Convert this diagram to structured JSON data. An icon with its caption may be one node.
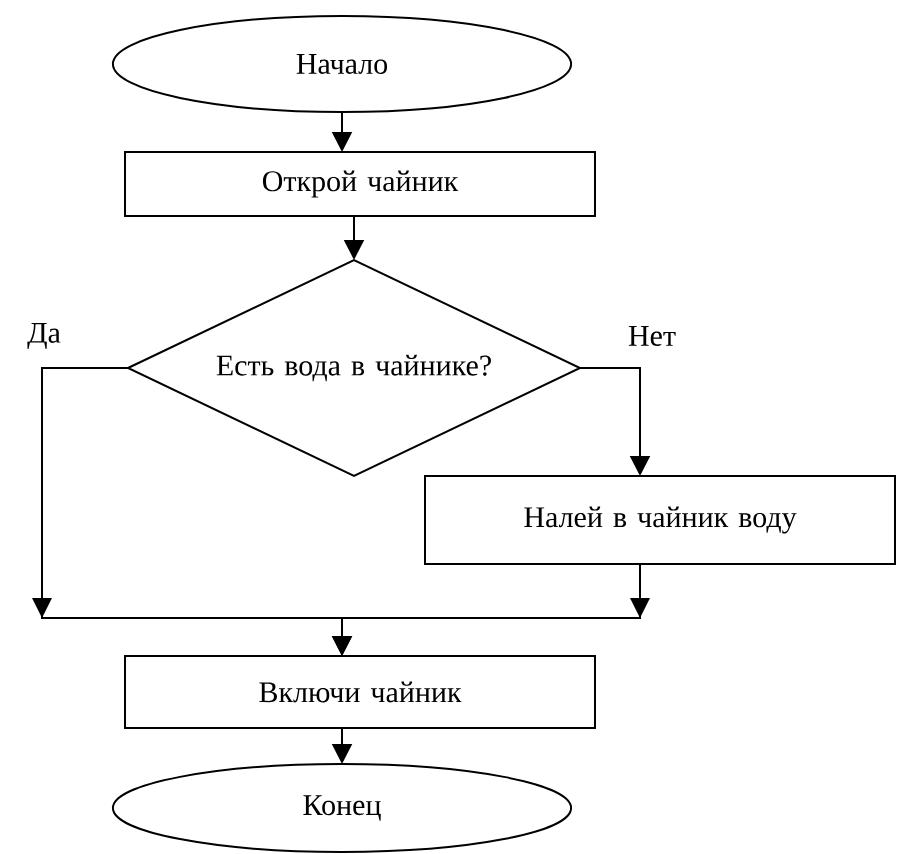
{
  "diagram": {
    "nodes": [
      {
        "text": [
          "Начало"
        ]
      },
      {
        "text": [
          "Открой чайник"
        ]
      },
      {
        "text": [
          "Есть вода в чайнике?"
        ]
      },
      {
        "text": [
          "Налей в чайник воду"
        ]
      },
      {
        "text": [
          "Включи чайник"
        ]
      },
      {
        "text": [
          "Конец"
        ]
      }
    ],
    "edges": [
      {
        "from": 0,
        "to": 1,
        "arrow": "to"
      },
      {
        "from": 1,
        "to": 2,
        "arrow": "to"
      },
      {
        "from": 2,
        "to": 3,
        "arrow": "to",
        "label": "Нет"
      },
      {
        "from": 2,
        "to": 4,
        "arrow": "to",
        "label": "Да"
      },
      {
        "from": 3,
        "to": 4,
        "arrow": "to"
      },
      {
        "from": 4,
        "to": 5,
        "arrow": "to"
      }
    ]
  }
}
